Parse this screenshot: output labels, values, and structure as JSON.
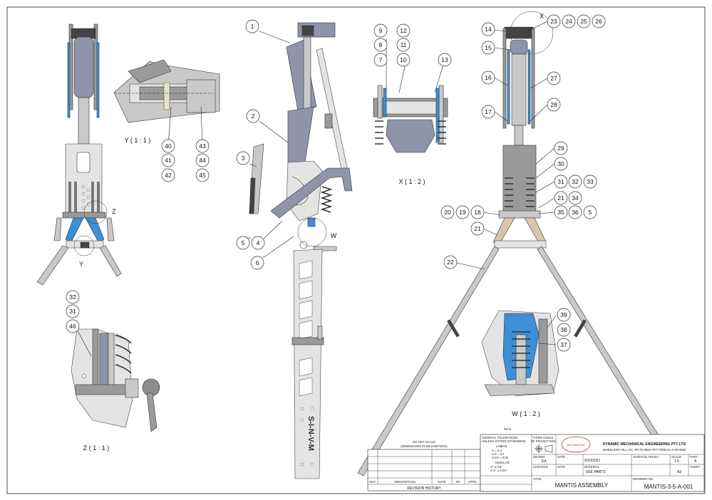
{
  "views": {
    "y": "Y ( 1 : 1 )",
    "x": "X ( 1 : 2 )",
    "z": "Z ( 1 : 1 )",
    "w": "W ( 1 : 2 )"
  },
  "view_markers": {
    "y": "Y",
    "z": "Z",
    "w": "W",
    "x": "X"
  },
  "balloons": [
    "1",
    "2",
    "3",
    "4",
    "5",
    "6",
    "7",
    "8",
    "9",
    "10",
    "11",
    "12",
    "13",
    "14",
    "15",
    "16",
    "17",
    "18",
    "19",
    "20",
    "21",
    "22",
    "23",
    "24",
    "25",
    "26",
    "27",
    "28",
    "29",
    "30",
    "31",
    "32",
    "33",
    "34",
    "35",
    "36",
    "37",
    "38",
    "39",
    "40",
    "41",
    "42",
    "43",
    "44",
    "45",
    "46"
  ],
  "shaft_engraving": "S-I-N-V-M",
  "rel": "Rel 6",
  "notes": {
    "do_not_scale": "DO NOT SCALE",
    "dimensions": "(DIMENSIONS IN MILLIMETERS)"
  },
  "tolerances": {
    "heading": "GENERAL TOLERANCES",
    "sub": "UNLESS STATED OTHERWISE",
    "linear_title": "LINEAR",
    "linear": [
      "X = 0.3",
      "X.X = 0.1",
      "X.XX = 0.05"
    ],
    "angular_title": "ANGULAR",
    "angular": [
      "X° ± 0.5°",
      "X.X° ± 0.25°"
    ]
  },
  "projection": {
    "heading": "THIRD ANGLE",
    "sub": "OF PROJECTION"
  },
  "company": {
    "name": "DYNAMIC MECHANICAL ENGINEERING PTY LTD",
    "address": "WHEELERS HILL VIC. PH 03 9560 7077  MOB 04 1748 5550",
    "logo_text": "MECHANICAL"
  },
  "title_block": {
    "drawn_label": "DRAWN",
    "drawn": "KA",
    "date_label": "DATE",
    "date": "5/10/2021",
    "checked_label": "CHECKED",
    "checked_date_label": "DATE",
    "material_label": "MATERIAL",
    "material": "SEE PARTS",
    "title_label": "TITLE",
    "title": "MANTIS ASSEMBLY",
    "drawing_no_label": "DRAWING NO.",
    "drawing_no": "MANTIS-3-5-A-001",
    "scale_label": "SCALE",
    "scale": "1:5",
    "part_label": "PART",
    "part": "A",
    "sheet_label": "SHEET",
    "sheet": "A3",
    "surface_label": "SURFACE FINISH"
  },
  "revision": {
    "caption": "REVISION HISTORY",
    "cols": [
      "REV.",
      "DESCRIPTION",
      "DATE",
      "BY",
      "APPD."
    ]
  }
}
